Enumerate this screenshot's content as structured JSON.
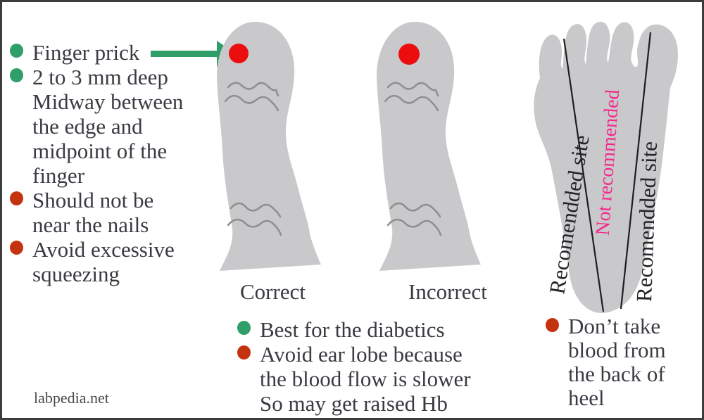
{
  "colors": {
    "green": "#2f9e68",
    "red_bullet": "#c4330f",
    "red_site_dot": "#ec0e0e",
    "pink": "#f32a8c",
    "skin_gray": "#c9c9cb",
    "crease_gray": "#8e8e91",
    "text": "#3a3a42",
    "foot_line": "#1e1e1e"
  },
  "left_notes": {
    "items": [
      {
        "bullet": "green",
        "lines": [
          "Finger prick"
        ]
      },
      {
        "bullet": "green",
        "lines": [
          "2 to 3 mm deep",
          "Midway between",
          "the edge and",
          "midpoint of the",
          "finger"
        ]
      },
      {
        "bullet": "red",
        "lines": [
          "Should not be",
          "near the nails"
        ]
      },
      {
        "bullet": "red",
        "lines": [
          "Avoid excessive",
          "squeezing"
        ]
      }
    ]
  },
  "fingers": {
    "correct_label": "Correct",
    "incorrect_label": "Incorrect"
  },
  "mid_notes": {
    "items": [
      {
        "bullet": "green",
        "lines": [
          "Best for the diabetics"
        ]
      },
      {
        "bullet": "red",
        "lines": [
          "Avoid ear lobe because",
          "the blood flow is slower",
          "So may get raised Hb"
        ]
      }
    ]
  },
  "foot": {
    "left_label": "Recomendded site",
    "middle_label": "Not recommended",
    "right_label": "Recomendded site"
  },
  "foot_notes": {
    "items": [
      {
        "bullet": "red",
        "lines": [
          "Don’t take",
          "blood from",
          "the back of",
          "heel"
        ]
      }
    ]
  },
  "watermark": "labpedia.net"
}
